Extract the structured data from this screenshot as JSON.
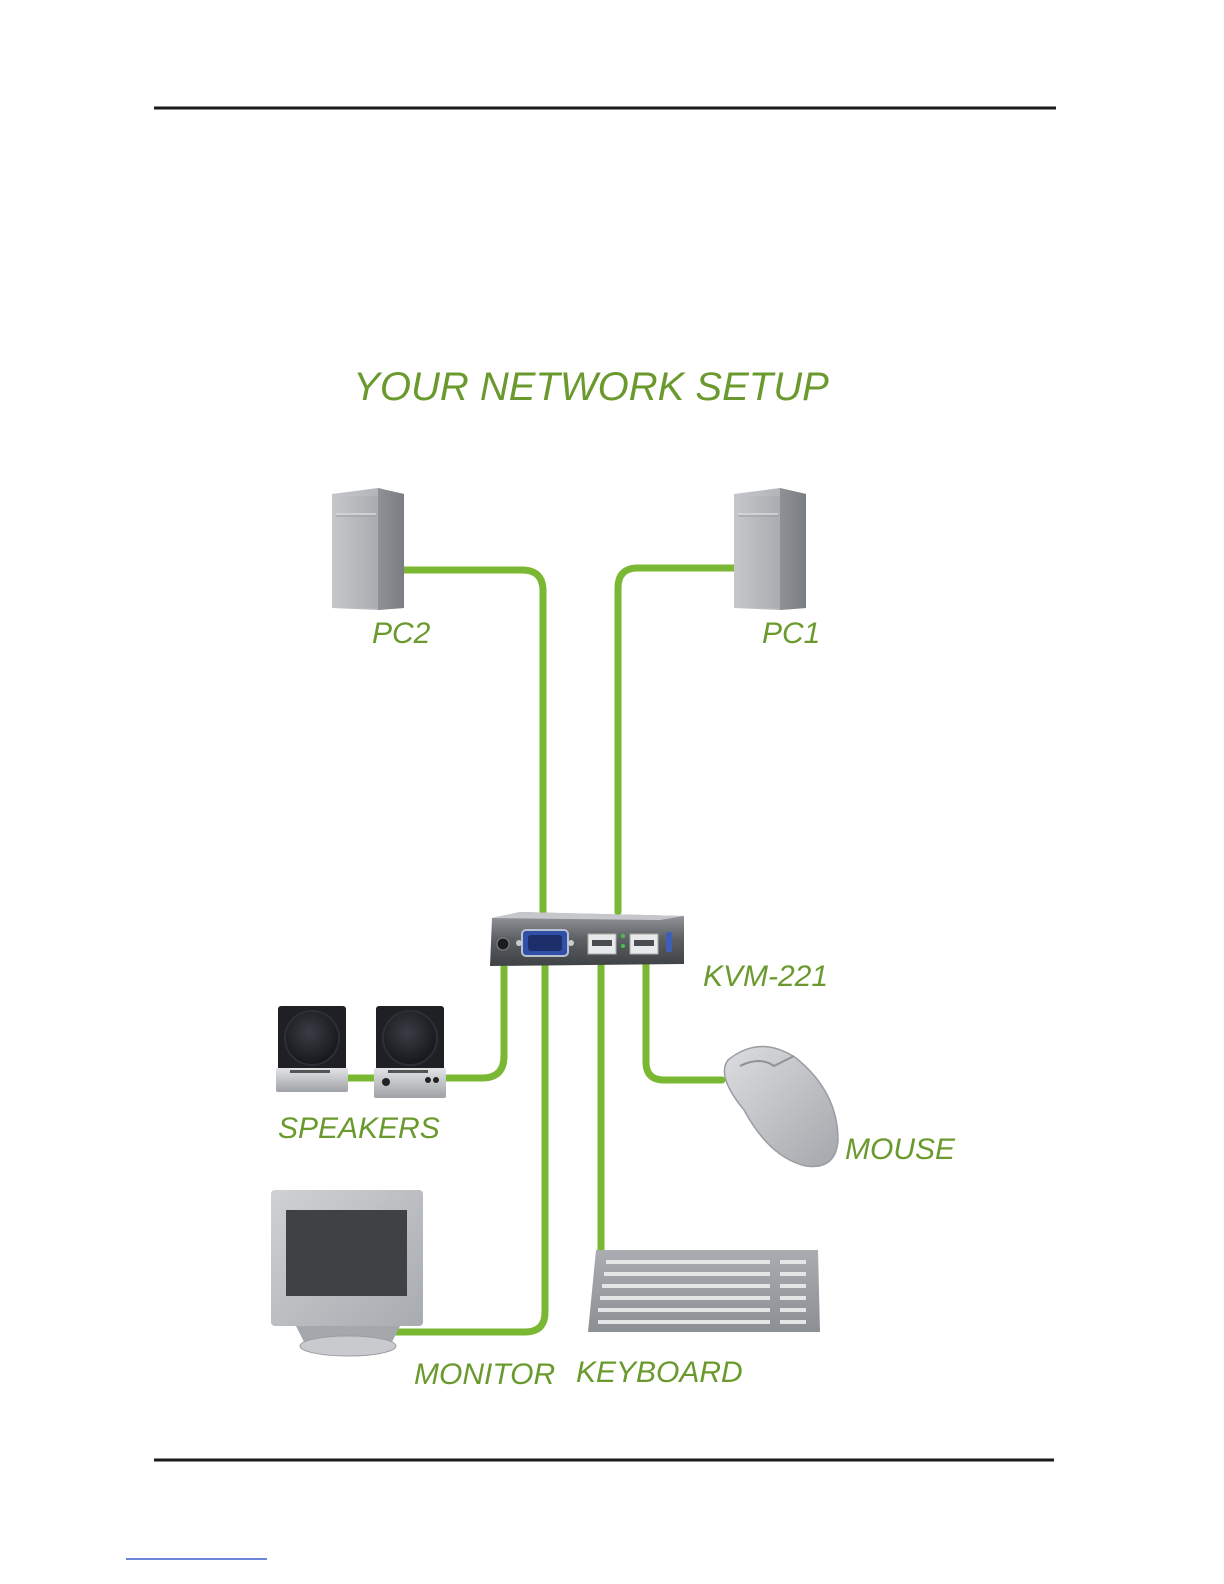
{
  "diagram": {
    "title": "YOUR NETWORK SETUP",
    "labels": {
      "pc2": "PC2",
      "pc1": "PC1",
      "kvm": "KVM-221",
      "speakers": "SPEAKERS",
      "mouse": "MOUSE",
      "monitor": "MONITOR",
      "keyboard": "KEYBOARD"
    }
  },
  "colors": {
    "cable": "#7ab733",
    "label": "#6a9a2e",
    "rule": "#1a1a1a",
    "device_gray": "#b8babd",
    "kvm_body": "#6b6e72"
  },
  "icons": [
    "pc2-tower-icon",
    "pc1-tower-icon",
    "kvm-switch-icon",
    "speakers-icon",
    "mouse-icon",
    "monitor-icon",
    "keyboard-icon"
  ]
}
